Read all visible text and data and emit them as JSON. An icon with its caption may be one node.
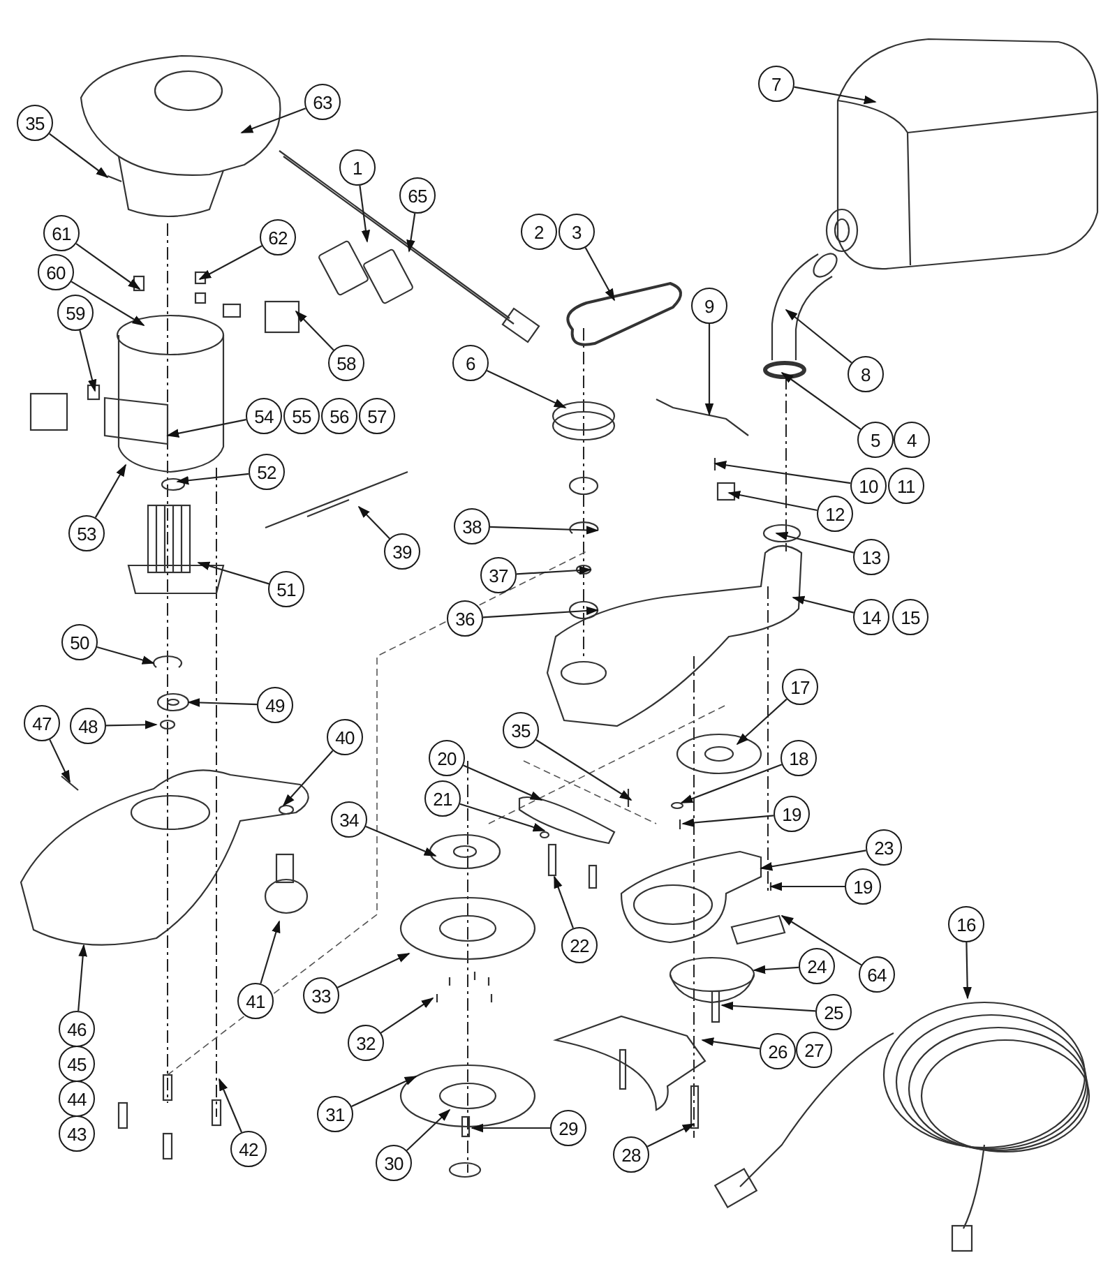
{
  "diagram": {
    "nodes": [
      {
        "text": [
          "7"
        ]
      },
      {
        "text": [
          "63"
        ]
      },
      {
        "text": [
          "35"
        ]
      },
      {
        "text": [
          "1"
        ]
      },
      {
        "text": [
          "65"
        ]
      },
      {
        "text": [
          "61"
        ]
      },
      {
        "text": [
          "2"
        ]
      },
      {
        "text": [
          "3"
        ]
      },
      {
        "text": [
          "62"
        ]
      },
      {
        "text": [
          "60"
        ]
      },
      {
        "text": [
          "9"
        ]
      },
      {
        "text": [
          "59"
        ]
      },
      {
        "text": [
          "6"
        ]
      },
      {
        "text": [
          "58"
        ]
      },
      {
        "text": [
          "8"
        ]
      },
      {
        "text": [
          "54"
        ]
      },
      {
        "text": [
          "55"
        ]
      },
      {
        "text": [
          "56"
        ]
      },
      {
        "text": [
          "57"
        ]
      },
      {
        "text": [
          "5"
        ]
      },
      {
        "text": [
          "4"
        ]
      },
      {
        "text": [
          "52"
        ]
      },
      {
        "text": [
          "10"
        ]
      },
      {
        "text": [
          "11"
        ]
      },
      {
        "text": [
          "12"
        ]
      },
      {
        "text": [
          "38"
        ]
      },
      {
        "text": [
          "53"
        ]
      },
      {
        "text": [
          "39"
        ]
      },
      {
        "text": [
          "13"
        ]
      },
      {
        "text": [
          "37"
        ]
      },
      {
        "text": [
          "51"
        ]
      },
      {
        "text": [
          "14"
        ]
      },
      {
        "text": [
          "15"
        ]
      },
      {
        "text": [
          "36"
        ]
      },
      {
        "text": [
          "50"
        ]
      },
      {
        "text": [
          "17"
        ]
      },
      {
        "text": [
          "49"
        ]
      },
      {
        "text": [
          "47"
        ]
      },
      {
        "text": [
          "48"
        ]
      },
      {
        "text": [
          "35"
        ]
      },
      {
        "text": [
          "40"
        ]
      },
      {
        "text": [
          "18"
        ]
      },
      {
        "text": [
          "20"
        ]
      },
      {
        "text": [
          "21"
        ]
      },
      {
        "text": [
          "19"
        ]
      },
      {
        "text": [
          "34"
        ]
      },
      {
        "text": [
          "23"
        ]
      },
      {
        "text": [
          "19"
        ]
      },
      {
        "text": [
          "16"
        ]
      },
      {
        "text": [
          "22"
        ]
      },
      {
        "text": [
          "24"
        ]
      },
      {
        "text": [
          "64"
        ]
      },
      {
        "text": [
          "33"
        ]
      },
      {
        "text": [
          "41"
        ]
      },
      {
        "text": [
          "25"
        ]
      },
      {
        "text": [
          "46"
        ]
      },
      {
        "text": [
          "32"
        ]
      },
      {
        "text": [
          "26"
        ]
      },
      {
        "text": [
          "27"
        ]
      },
      {
        "text": [
          "45"
        ]
      },
      {
        "text": [
          "44"
        ]
      },
      {
        "text": [
          "31"
        ]
      },
      {
        "text": [
          "29"
        ]
      },
      {
        "text": [
          "43"
        ]
      },
      {
        "text": [
          "42"
        ]
      },
      {
        "text": [
          "28"
        ]
      },
      {
        "text": [
          "30"
        ]
      }
    ],
    "edges": [
      {
        "from": 0,
        "to": null,
        "arrow": "to"
      },
      {
        "from": 1,
        "to": null,
        "arrow": "to"
      },
      {
        "from": 2,
        "to": null,
        "arrow": "to"
      },
      {
        "from": 3,
        "to": null,
        "arrow": "to"
      },
      {
        "from": 4,
        "to": null,
        "arrow": "to"
      },
      {
        "from": 5,
        "to": null,
        "arrow": "to"
      },
      {
        "from": 7,
        "to": null,
        "arrow": "to"
      },
      {
        "from": 8,
        "to": null,
        "arrow": "to"
      },
      {
        "from": 9,
        "to": null,
        "arrow": "to"
      },
      {
        "from": 10,
        "to": null,
        "arrow": "to"
      },
      {
        "from": 11,
        "to": null,
        "arrow": "to"
      },
      {
        "from": 12,
        "to": null,
        "arrow": "to"
      },
      {
        "from": 13,
        "to": null,
        "arrow": "to"
      },
      {
        "from": 14,
        "to": null,
        "arrow": "to"
      },
      {
        "from": 15,
        "to": null,
        "arrow": "to"
      },
      {
        "from": 19,
        "to": null,
        "arrow": "to"
      },
      {
        "from": 21,
        "to": null,
        "arrow": "to"
      },
      {
        "from": 22,
        "to": null,
        "arrow": "to"
      },
      {
        "from": 24,
        "to": null,
        "arrow": "to"
      },
      {
        "from": 25,
        "to": null,
        "arrow": "to"
      },
      {
        "from": 26,
        "to": null,
        "arrow": "to"
      },
      {
        "from": 27,
        "to": null,
        "arrow": "to"
      },
      {
        "from": 28,
        "to": null,
        "arrow": "to"
      },
      {
        "from": 29,
        "to": null,
        "arrow": "to"
      },
      {
        "from": 30,
        "to": null,
        "arrow": "to"
      },
      {
        "from": 31,
        "to": null,
        "arrow": "to"
      },
      {
        "from": 33,
        "to": null,
        "arrow": "to"
      },
      {
        "from": 34,
        "to": null,
        "arrow": "to"
      },
      {
        "from": 35,
        "to": null,
        "arrow": "to"
      },
      {
        "from": 36,
        "to": null,
        "arrow": "to"
      },
      {
        "from": 37,
        "to": null,
        "arrow": "to"
      },
      {
        "from": 38,
        "to": null,
        "arrow": "to"
      },
      {
        "from": 39,
        "to": null,
        "arrow": "to"
      },
      {
        "from": 40,
        "to": null,
        "arrow": "to"
      },
      {
        "from": 41,
        "to": null,
        "arrow": "to"
      },
      {
        "from": 42,
        "to": null,
        "arrow": "to"
      },
      {
        "from": 43,
        "to": null,
        "arrow": "to"
      },
      {
        "from": 44,
        "to": null,
        "arrow": "to"
      },
      {
        "from": 45,
        "to": null,
        "arrow": "to"
      },
      {
        "from": 46,
        "to": null,
        "arrow": "to"
      },
      {
        "from": 47,
        "to": null,
        "arrow": "to"
      },
      {
        "from": 48,
        "to": null,
        "arrow": "to"
      },
      {
        "from": 49,
        "to": null,
        "arrow": "to"
      },
      {
        "from": 50,
        "to": null,
        "arrow": "to"
      },
      {
        "from": 51,
        "to": null,
        "arrow": "to"
      },
      {
        "from": 52,
        "to": null,
        "arrow": "to"
      },
      {
        "from": 53,
        "to": null,
        "arrow": "to"
      },
      {
        "from": 54,
        "to": null,
        "arrow": "to"
      },
      {
        "from": 55,
        "to": null,
        "arrow": "to"
      },
      {
        "from": 56,
        "to": null,
        "arrow": "to"
      },
      {
        "from": 57,
        "to": null,
        "arrow": "to"
      },
      {
        "from": 61,
        "to": null,
        "arrow": "to"
      },
      {
        "from": 62,
        "to": null,
        "arrow": "to"
      },
      {
        "from": 64,
        "to": null,
        "arrow": "to"
      },
      {
        "from": 65,
        "to": null,
        "arrow": "to"
      },
      {
        "from": 66,
        "to": null,
        "arrow": "to"
      }
    ]
  }
}
